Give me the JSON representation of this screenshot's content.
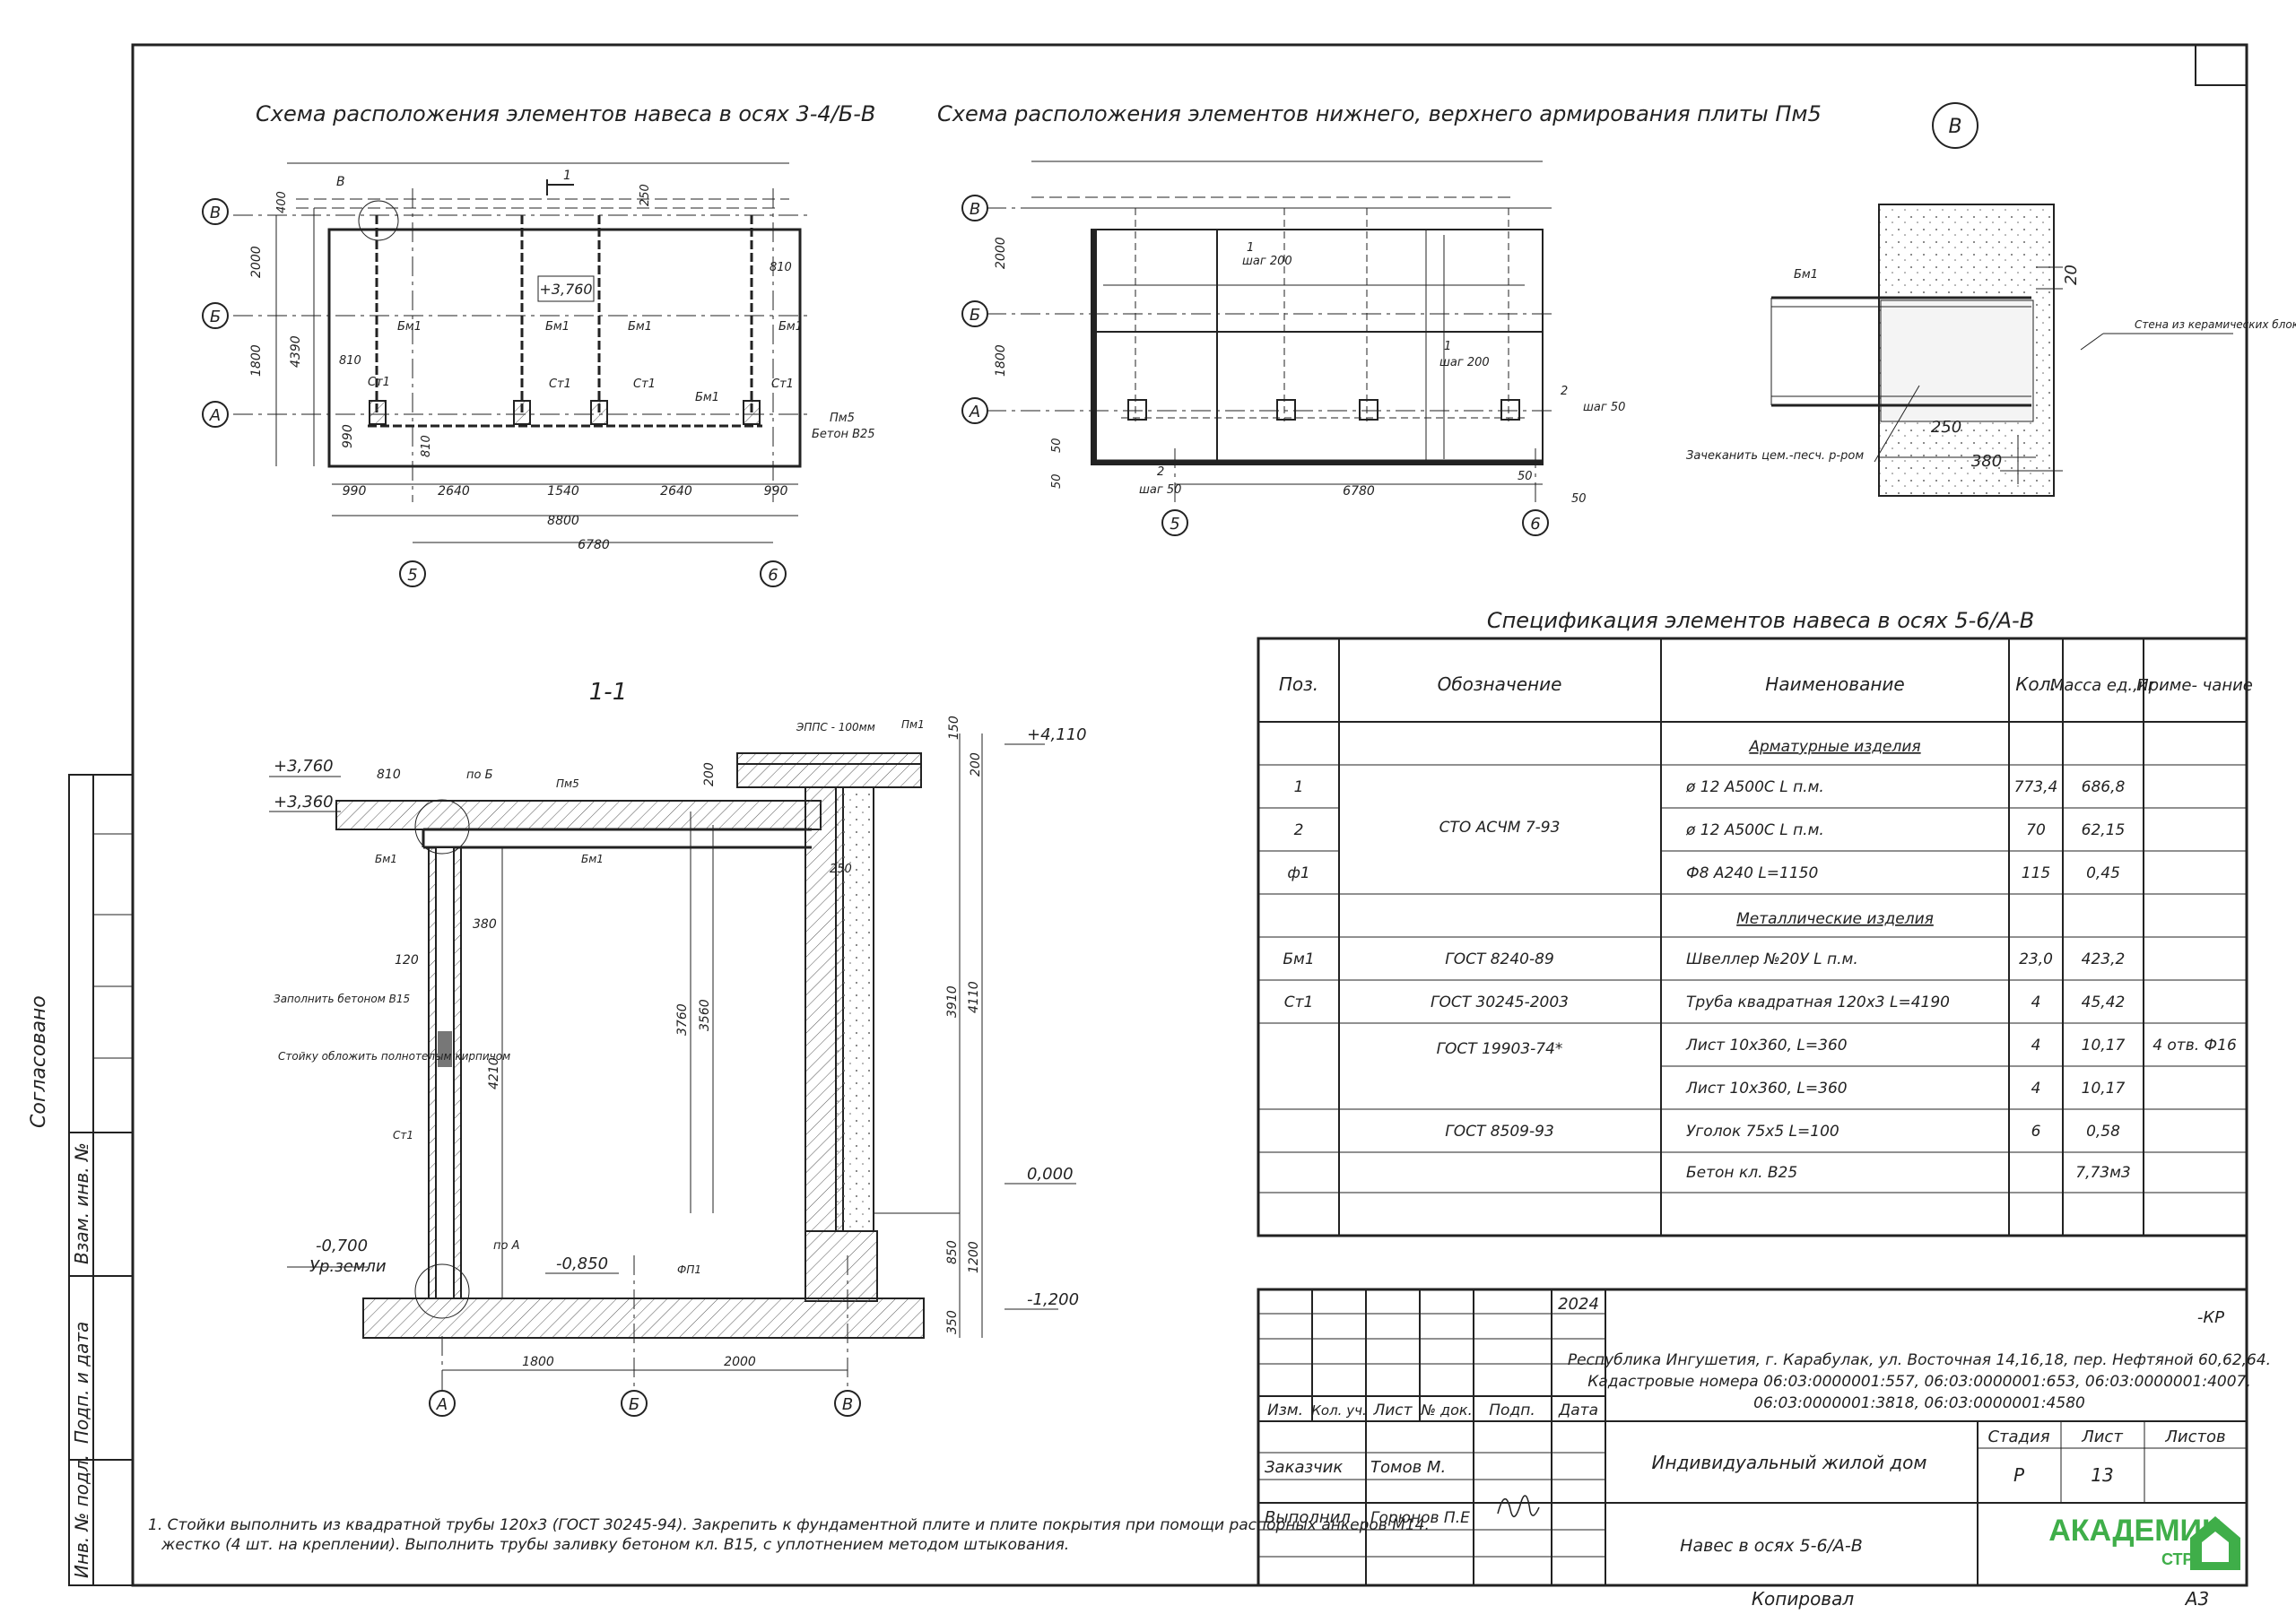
{
  "titles": {
    "plan_scheme": "Схема расположения элементов навеса в осях 3-4/Б-В",
    "reinf_scheme": "Схема расположения элементов нижнего, верхнего армирования плиты Пм5",
    "detail_mark": "В",
    "section": "1-1",
    "spec_title": "Спецификация элементов навеса в осях 5-6/А-В"
  },
  "axes": {
    "A": "А",
    "B": "Б",
    "V": "В",
    "n5": "5",
    "n6": "6"
  },
  "plan": {
    "level": "+3,760",
    "label_v": "В",
    "col": "Ст1",
    "beam": "Бм1",
    "slab": "Пм5",
    "concrete": "Бетон В25",
    "cut_no": "1",
    "d2000": "2000",
    "d1800": "1800",
    "d4390": "4390",
    "d990": "990",
    "d400": "400",
    "d810": "810",
    "d250": "250",
    "bottom_dims": [
      "990",
      "2640",
      "1540",
      "2640",
      "990"
    ],
    "d8800": "8800",
    "d6780": "6780"
  },
  "reinf": {
    "pos1": "1",
    "step200": "шаг 200",
    "pos2": "2",
    "step50": "шаг 50",
    "d2000": "2000",
    "d1800": "1800",
    "d50": "50",
    "d6780": "6780"
  },
  "detail": {
    "beam": "Бм1",
    "wall": "Стена из керамических блоков",
    "caulk": "Зачеканить цем.-песч. р-ром",
    "d250": "250",
    "d380": "380",
    "d20": "20"
  },
  "section": {
    "lvl_3760": "+3,760",
    "lvl_3360": "+3,360",
    "lvl_4110": "+4,110",
    "lvl_0": "0,000",
    "lvl_m700": "-0,700",
    "ground": "Ур.земли",
    "lvl_m850": "-0,850",
    "lvl_m1200": "-1,200",
    "epps": "ЭППС - 100мм",
    "pm1": "Пм1",
    "pm5": "Пм5",
    "bm1": "Бм1",
    "st1": "Ст1",
    "po_b": "по Б",
    "po_a": "по А",
    "fp1": "ФП1",
    "fill": "Заполнить бетоном В15",
    "brick": "Стойку обложить полнотелым кирпичом",
    "d810": "810",
    "d380": "380",
    "d120": "120",
    "d200": "200",
    "d150": "150",
    "d250": "250",
    "d3760": "3760",
    "d3560": "3560",
    "d4210": "4210",
    "d3910": "3910",
    "d4110": "4110",
    "d850": "850",
    "d1200": "1200",
    "d350": "350",
    "d1800": "1800",
    "d2000": "2000"
  },
  "spec": {
    "headers": [
      "Поз.",
      "Обозначение",
      "Наименование",
      "Кол.",
      "Масса ед.,кг",
      "Приме- чание"
    ],
    "group1": "Арматурные изделия",
    "group2": "Металлические изделия",
    "rows": [
      [
        "1",
        "",
        "ø 12 А500С  L п.м.",
        "773,4",
        "686,8",
        ""
      ],
      [
        "2",
        "",
        "ø 12 А500С  L п.м.",
        "70",
        "62,15",
        ""
      ],
      [
        "ф1",
        "",
        "Ф8 А240  L=1150",
        "115",
        "0,45",
        ""
      ],
      [
        "Бм1",
        "ГОСТ 8240-89",
        "Швеллер №20У  L п.м.",
        "23,0",
        "423,2",
        ""
      ],
      [
        "Ст1",
        "ГОСТ 30245-2003",
        "Труба квадратная 120х3  L=4190",
        "4",
        "45,42",
        ""
      ],
      [
        "",
        "",
        "Лист 10х360,  L=360",
        "4",
        "10,17",
        "4 отв. Ф16"
      ],
      [
        "",
        "",
        "Лист 10х360,  L=360",
        "4",
        "10,17",
        ""
      ],
      [
        "",
        "ГОСТ 8509-93",
        "Уголок 75х5  L=100",
        "6",
        "0,58",
        ""
      ],
      [
        "",
        "",
        "Бетон кл. В25",
        "",
        "7,73м3",
        ""
      ]
    ],
    "merged_sto": "СТО АСЧМ 7-93",
    "merged_gost": "ГОСТ 19903-74*"
  },
  "stamp": {
    "year": "2024",
    "code": "-КР",
    "address1": "Республика Ингушетия, г. Карабулак, ул. Восточная 14,16,18, пер. Нефтяной 60,62,64.",
    "address2": "Кадастровые номера 06:03:0000001:557, 06:03:0000001:653, 06:03:0000001:4007,",
    "address3": "06:03:0000001:3818, 06:03:0000001:4580",
    "cols": [
      "Изм.",
      "Кол. уч.",
      "Лист",
      "№ док.",
      "Подп.",
      "Дата"
    ],
    "customer_role": "Заказчик",
    "customer_name": "Томов М.",
    "author_role": "Выполнил",
    "author_name": "Горюнов П.Е",
    "object": "Индивидуальный жилой дом",
    "sheet_title": "Навес в осях 5-6/А-В",
    "stage_h": "Стадия",
    "sheet_h": "Лист",
    "sheets_h": "Листов",
    "stage": "Р",
    "sheet_no": "13",
    "logo_main": "АКАДЕМИК",
    "logo_sub": "СТРОЙ",
    "copied": "Копировал",
    "format": "А3"
  },
  "side": {
    "agreed": "Согласовано",
    "inv_vzam": "Взам. инв. №",
    "sign_date": "Подп. и дата",
    "inv_orig": "Инв. № подл."
  },
  "notes": {
    "line1": "1. Стойки выполнить из квадратной трубы 120х3 (ГОСТ 30245-94). Закрепить к фундаментной плите и плите покрытия при помощи распорных анкеров М14.",
    "line2": "жестко (4 шт. на креплении). Выполнить трубы заливку бетоном кл. В15, с уплотнением методом штыкования."
  },
  "colors": {
    "logo_green": "#3fae49",
    "ink": "#222222"
  }
}
